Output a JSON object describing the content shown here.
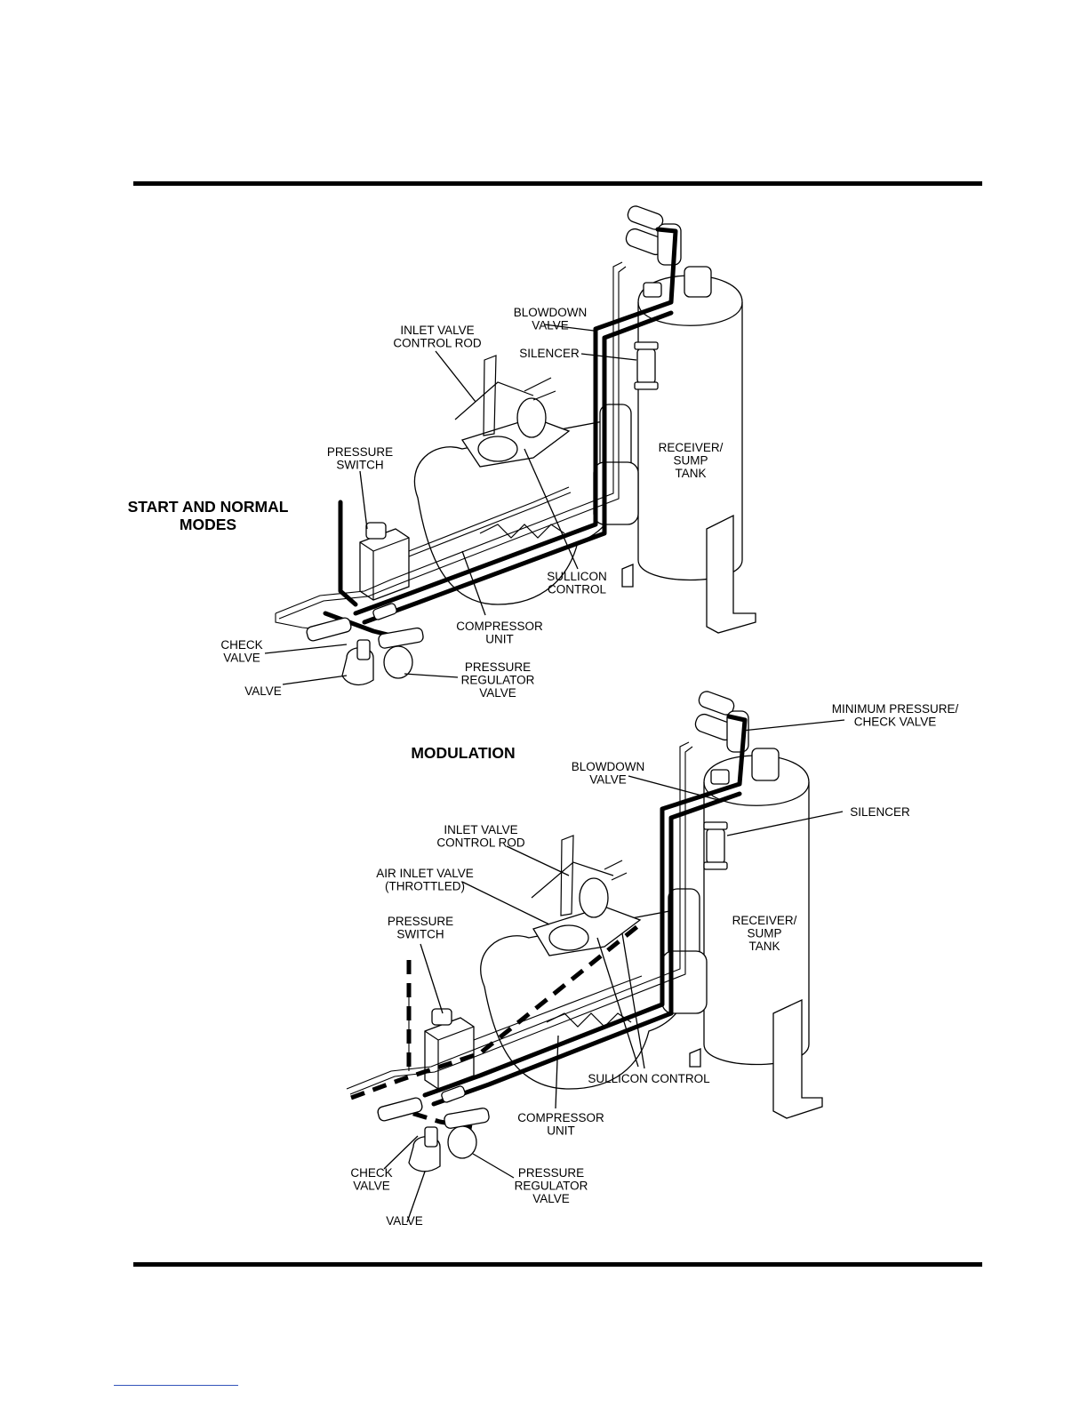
{
  "figures": [
    {
      "title": "START AND NORMAL MODES",
      "labels": {
        "blowdown_valve": "BLOWDOWN VALVE",
        "inlet_valve_control_rod": "INLET VALVE CONTROL ROD",
        "silencer": "SILENCER",
        "pressure_switch": "PRESSURE SWITCH",
        "receiver_sump_tank": "RECEIVER/ SUMP TANK",
        "sullicon_control": "SULLICON CONTROL",
        "compressor_unit": "COMPRESSOR UNIT",
        "check_valve": "CHECK VALVE",
        "valve": "VALVE",
        "pressure_regulator_valve": "PRESSURE REGULATOR VALVE"
      }
    },
    {
      "title": "MODULATION",
      "labels": {
        "minimum_pressure_check_valve": "MINIMUM PRESSURE/ CHECK VALVE",
        "blowdown_valve": "BLOWDOWN VALVE",
        "silencer": "SILENCER",
        "inlet_valve_control_rod": "INLET VALVE CONTROL ROD",
        "air_inlet_valve": "AIR INLET VALVE (THROTTLED)",
        "pressure_switch": "PRESSURE SWITCH",
        "receiver_sump_tank": "RECEIVER/ SUMP TANK",
        "sullicon_control": "SULLICON CONTROL",
        "compressor_unit": "COMPRESSOR UNIT",
        "check_valve": "CHECK VALVE",
        "pressure_regulator_valve": "PRESSURE REGULATOR VALVE",
        "valve": "VALVE"
      }
    }
  ]
}
